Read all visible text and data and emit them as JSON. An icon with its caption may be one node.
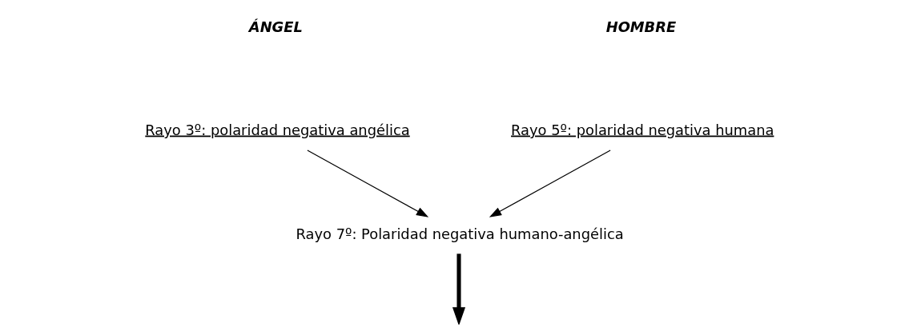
{
  "diagram": {
    "nodes": [
      {
        "text": [
          "Rayo 5º: polaridad negativa humana"
        ]
      },
      {
        "text": [
          "Rayo 3º: polaridad negativa angélica"
        ]
      },
      {
        "text": [
          "Rayo 7º: Polaridad negativa humano-angélica"
        ]
      }
    ],
    "edges": [
      {
        "from": 0,
        "to": 2,
        "arrow": "to"
      },
      {
        "from": 1,
        "to": 2,
        "arrow": "to"
      },
      {
        "from": 2,
        "to": null,
        "arrow": "to",
        "style": "thick"
      }
    ],
    "labels": [
      "HOMBRE",
      "ÁNGEL"
    ]
  }
}
